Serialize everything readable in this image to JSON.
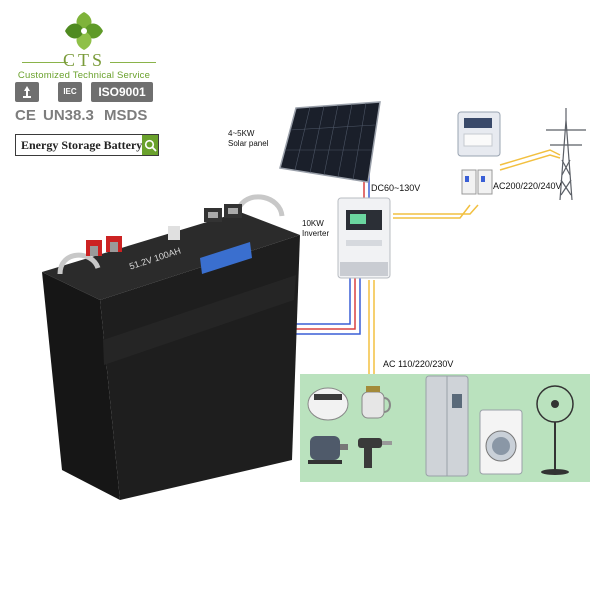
{
  "brand": {
    "name": "CTS",
    "tagline": "Customized Technical Service",
    "logo_icon": "cts-flower-logo-icon",
    "color": "#6aa12c"
  },
  "certifications": {
    "badges": [
      {
        "icon": "recycle-icon"
      },
      {
        "label_top": "IEC",
        "label_bottom": ""
      },
      {
        "label": "ISO9001"
      }
    ],
    "text_marks": [
      "CE",
      "UN38.3",
      "MSDS"
    ]
  },
  "search": {
    "text": "Energy Storage Battery",
    "icon": "search-icon"
  },
  "battery": {
    "label": "51.2V 100AH",
    "body_color": "#1e1e1e",
    "terminal_color": "#cc2222"
  },
  "diagram": {
    "solar_label": "4~5KW\nSolar panel",
    "dc_label": "DC60~130V",
    "inverter_label": "10KW\nInverter",
    "ac_grid_label": "AC200/220/240V",
    "ac_load_label": "AC 110/220/230V",
    "wire_colors": {
      "positive": "#d94040",
      "negative": "#3a5fd6",
      "ac": "#f2c040"
    }
  },
  "appliances": {
    "panel_color": "#b6e0ba",
    "items": [
      "rice-cooker-icon",
      "kettle-icon",
      "motor-icon",
      "drill-icon",
      "refrigerator-icon",
      "washing-machine-icon",
      "fan-icon"
    ]
  }
}
